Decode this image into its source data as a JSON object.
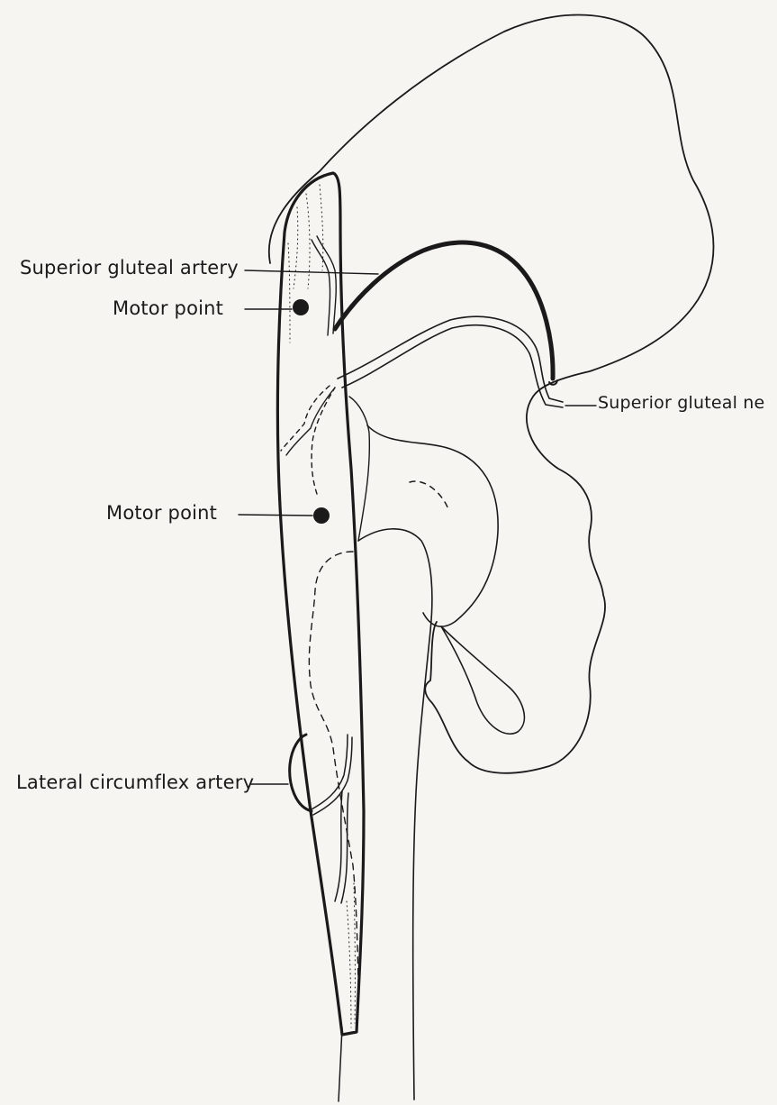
{
  "labels": {
    "superior_gluteal_artery": "Superior gluteal artery",
    "motor_point_upper": "Motor point",
    "superior_gluteal_nerve": "Superior gluteal ne",
    "motor_point_lower": "Motor point",
    "lateral_circumflex_artery": "Lateral circumflex artery"
  },
  "colors": {
    "ink": "#1a1a1a",
    "paper": "#f7f5f2"
  }
}
